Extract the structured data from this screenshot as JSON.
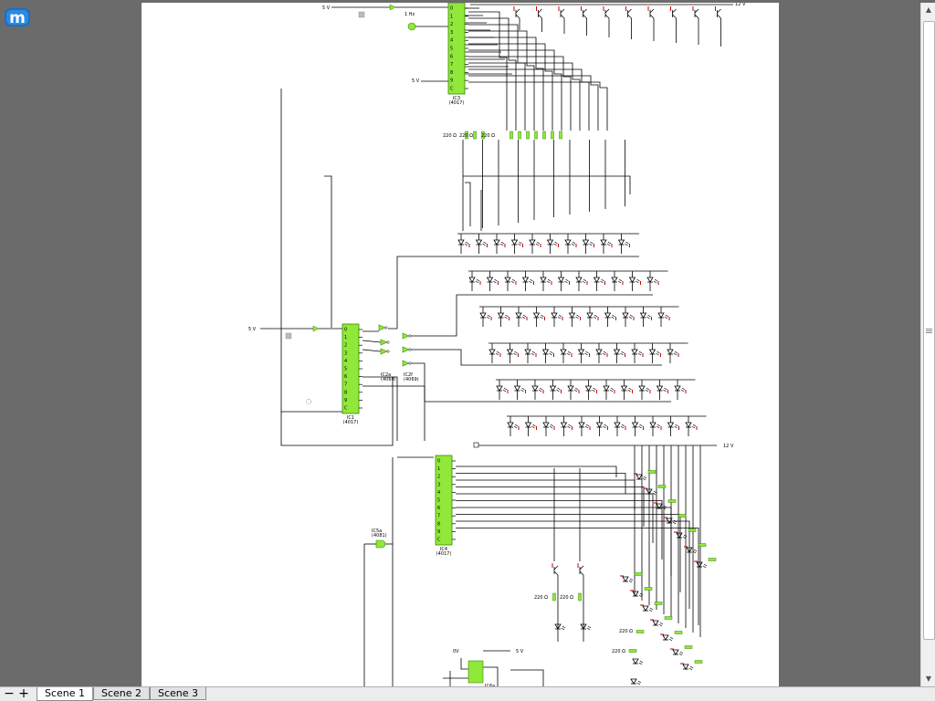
{
  "app": {
    "logo_letter": "m",
    "logo_icon": "m-logo-icon"
  },
  "tabs": [
    {
      "label": "Scene 1",
      "active": true
    },
    {
      "label": "Scene 2",
      "active": false
    },
    {
      "label": "Scene 3",
      "active": false
    }
  ],
  "toolbar": {
    "remove_label": "−",
    "add_label": "+"
  },
  "circuit": {
    "supply_5v_top": "5 V",
    "clock_label": "1 Hz",
    "supply_12v_top": "12 V",
    "supply_5v_mid_top": "5 V",
    "resistor_labels_top": [
      "220 Ω",
      "220 Ω",
      "220 Ω"
    ],
    "supply_5v_left": "5 V",
    "supply_12v_mid": "12 V",
    "ic_top": {
      "name": "IC3",
      "part": "(4017)"
    },
    "ic_mid": {
      "name": "IC1",
      "part": "(4017)"
    },
    "ic_bottom": {
      "name": "IC4",
      "part": "(4017)"
    },
    "gate_labels": [
      {
        "name": "IC2a",
        "part": "(4069)"
      },
      {
        "name": "IC2f",
        "part": "(4069)"
      }
    ],
    "gate_left": {
      "name": "IC5a",
      "part": "(4081)"
    },
    "resistor_labels_bottom": [
      "220 Ω",
      "220 Ω"
    ],
    "resistor_labels_right": [
      "220 Ω",
      "220 Ω"
    ],
    "supply_0v": "0V",
    "supply_5v_bottom": "5 V",
    "ic_ff": {
      "name": "IC6a"
    },
    "pin_labels": [
      "0",
      "1",
      "2",
      "3",
      "4",
      "5",
      "6",
      "7",
      "8",
      "9",
      "C"
    ],
    "colors": {
      "chip": "#8fe83a",
      "chip_border": "#3b8a00",
      "led": "#000000",
      "tick": "#cc0000"
    }
  }
}
